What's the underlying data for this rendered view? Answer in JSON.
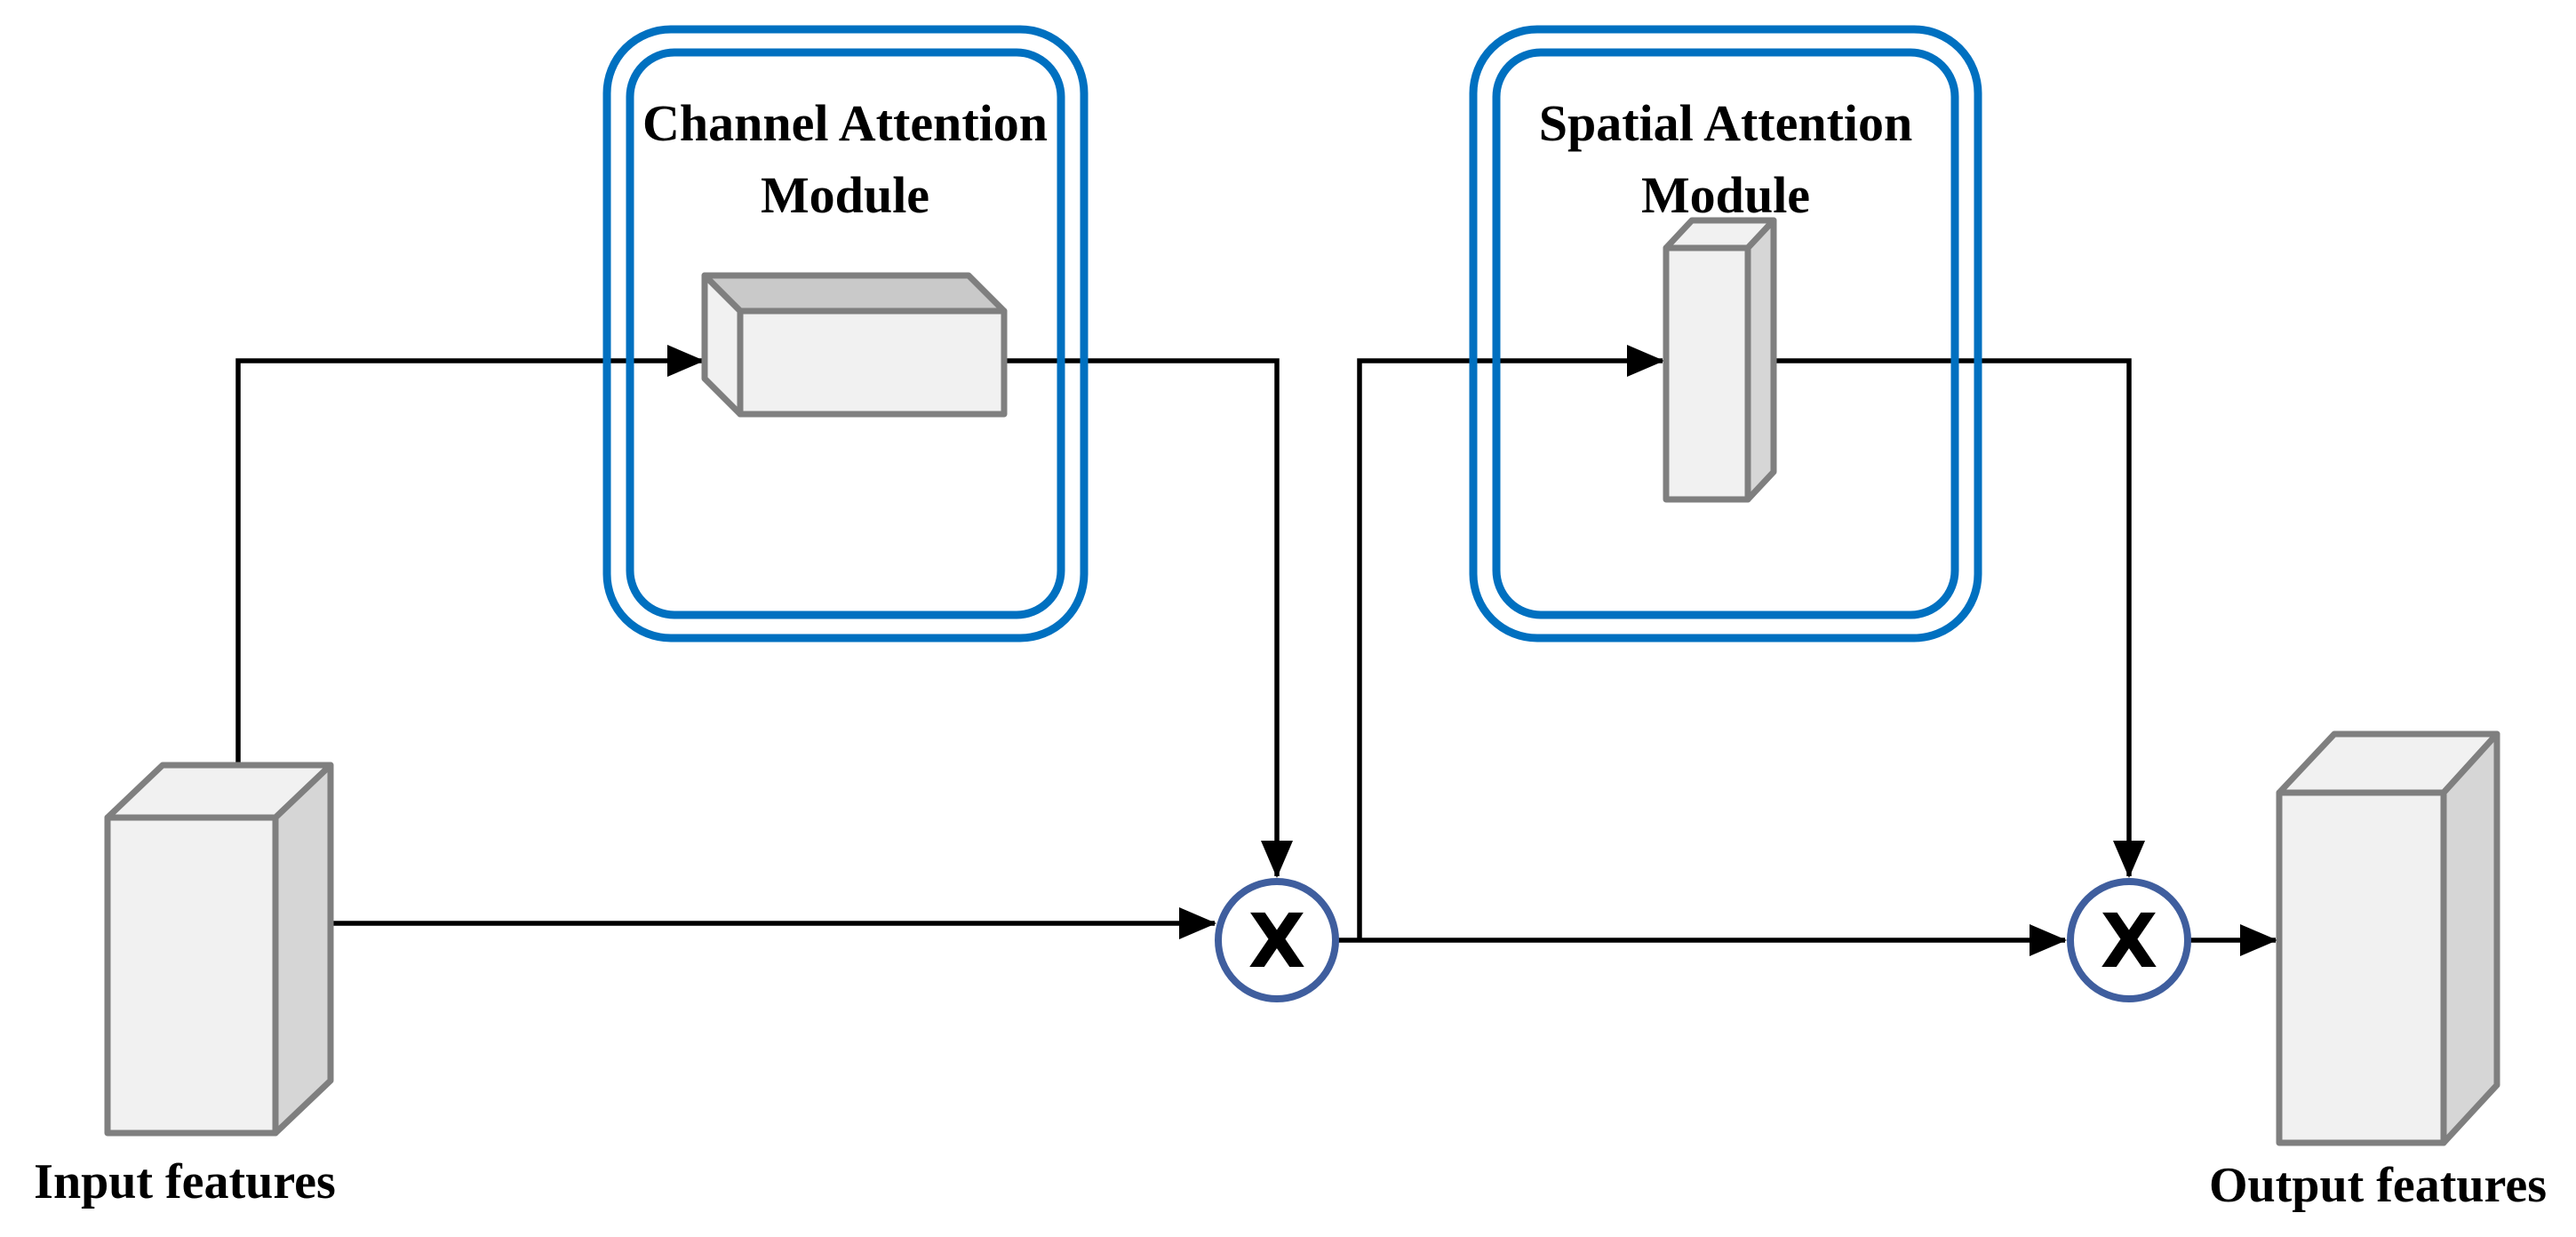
{
  "diagram": {
    "channel_module": {
      "title_line1": "Channel Attention",
      "title_line2": "Module"
    },
    "spatial_module": {
      "title_line1": "Spatial Attention",
      "title_line2": "Module"
    },
    "input_label": "Input features",
    "output_label": "Output features",
    "multiply_symbol": "X"
  },
  "colors": {
    "frame_blue": "#0070C0",
    "node_blue": "#3F5E9E",
    "wire_black": "#000000",
    "box_border_gray": "#7F7F7F",
    "face_light": "#F1F1F1",
    "face_medium": "#D6D6D6",
    "face_dark": "#C9C9C9",
    "canvas_white": "#FFFFFF",
    "text_black": "#000000"
  }
}
